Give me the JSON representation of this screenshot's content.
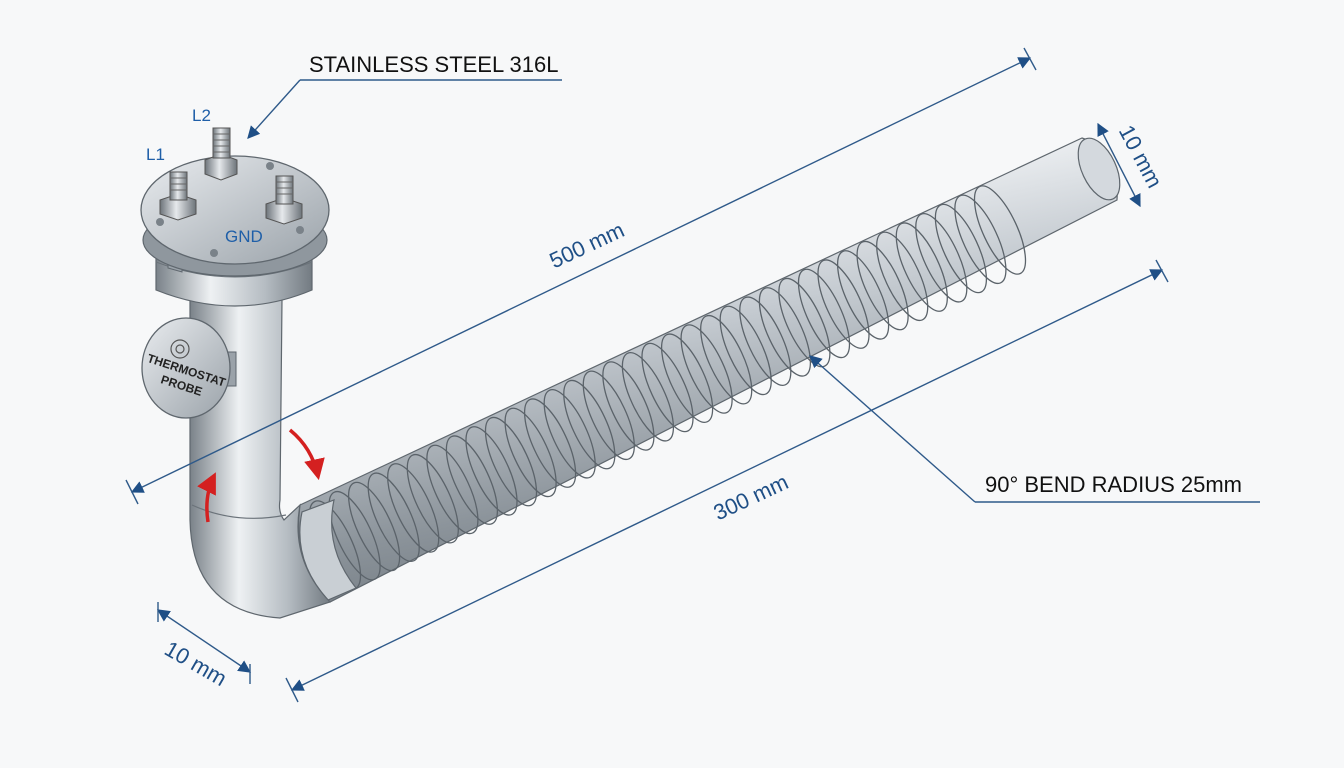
{
  "labels": {
    "material": "STAINLESS STEEL 316L",
    "bend_radius": "90° BEND RADIUS 25mm",
    "terminal_l1": "L1",
    "terminal_l2": "L2",
    "terminal_gnd": "GND",
    "probe_line1": "THERMOSTAT",
    "probe_line2": "PROBE"
  },
  "dimensions": {
    "overall_length": "500 mm",
    "element_length": "300 mm",
    "diameter_end": "10 mm",
    "diameter_base": "10 mm"
  },
  "colors": {
    "dimension": "#1f4f86",
    "arrow_flow": "#d42020",
    "metal_light": "#eef0f2",
    "metal_mid": "#b8bec4",
    "metal_dark": "#7d858d"
  },
  "icons": [
    "flow-arrow-icon",
    "probe-indicator-icon"
  ]
}
